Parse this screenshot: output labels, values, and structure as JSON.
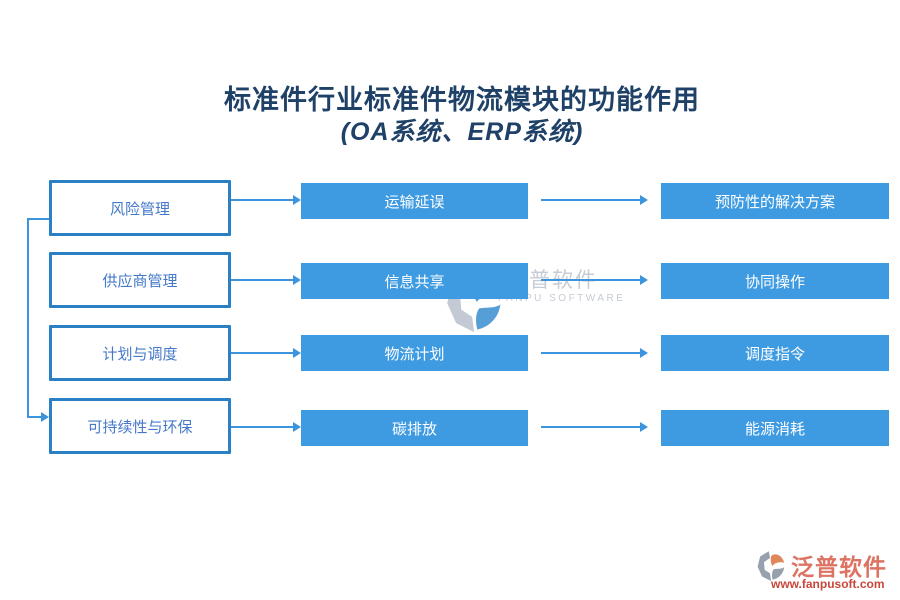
{
  "title": {
    "line1": "标准件行业标准件物流模块的功能作用",
    "line2": "(OA系统、ERP系统)"
  },
  "diagram": {
    "rows": [
      {
        "category": "风险管理",
        "factor": "运输延误",
        "outcome": "预防性的解决方案"
      },
      {
        "category": "供应商管理",
        "factor": "信息共享",
        "outcome": "协同操作"
      },
      {
        "category": "计划与调度",
        "factor": "物流计划",
        "outcome": "调度指令"
      },
      {
        "category": "可持续性与环保",
        "factor": "碳排放",
        "outcome": "能源消耗"
      }
    ],
    "side_link": {
      "from": "风险管理",
      "to": "可持续性与环保"
    }
  },
  "watermark": {
    "name_cn": "泛普软件",
    "name_en": "FANPU SOFTWARE"
  },
  "brand": {
    "name_cn": "泛普软件",
    "website": "www.fanpusoft.com"
  },
  "colors": {
    "box_fill_blue": "#3f9be1",
    "box_outline_blue": "#2b80c5",
    "box_text_blue": "#4478c9",
    "connector_blue": "#3c95dc",
    "title_navy": "#1f4167",
    "watermark_gray": "#c6ccd4",
    "watermark_blue": "#569fd6",
    "brand_salmon": "#dc7363",
    "brand_red": "#c8473a",
    "brand_orange": "#e0875b"
  }
}
